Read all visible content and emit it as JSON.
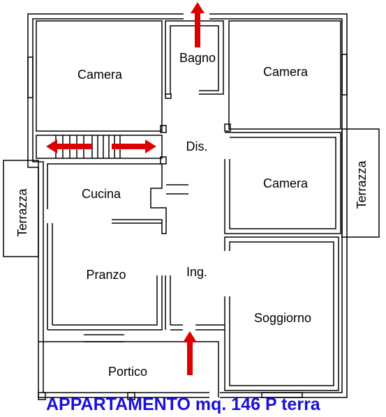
{
  "rooms": {
    "camera_nw": "Camera",
    "bagno": "Bagno",
    "camera_ne": "Camera",
    "dis": "Dis.",
    "cucina": "Cucina",
    "camera_e": "Camera",
    "pranzo": "Pranzo",
    "ing": "Ing.",
    "soggiorno": "Soggiorno",
    "portico": "Portico",
    "terrazza_w": "Terrazza",
    "terrazza_e": "Terrazza"
  },
  "caption": "APPARTAMENTO mq. 146 P terra",
  "colors": {
    "wall": "#000000",
    "arrow": "#dd0000",
    "caption": "#1a10d8",
    "background": "#ffffff"
  }
}
